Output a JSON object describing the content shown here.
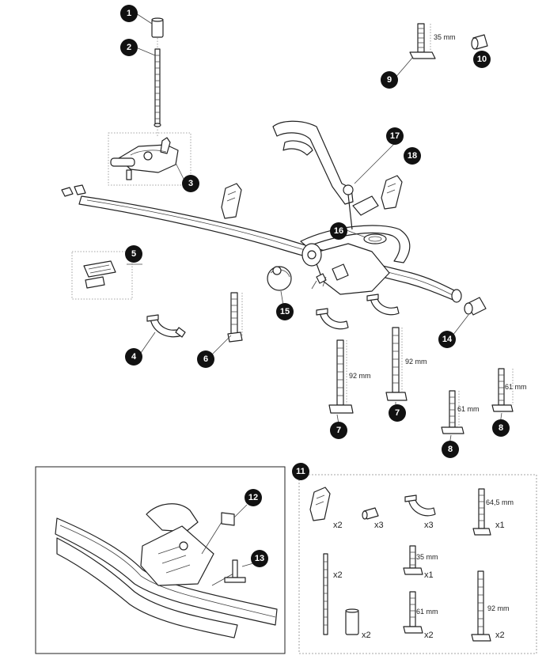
{
  "callouts": {
    "c1": "1",
    "c2": "2",
    "c3": "3",
    "c4": "4",
    "c5": "5",
    "c6": "6",
    "c7a": "7",
    "c7b": "7",
    "c8a": "8",
    "c8b": "8",
    "c9": "9",
    "c10": "10",
    "c11": "11",
    "c12": "12",
    "c13": "13",
    "c14": "14",
    "c15": "15",
    "c16": "16",
    "c17": "17",
    "c18": "18"
  },
  "dimensions": {
    "bolt_35": "35 mm",
    "bolt_92_a": "92 mm",
    "bolt_92_b": "92 mm",
    "bolt_61_a": "61 mm",
    "bolt_61_b": "61 mm"
  },
  "kit": {
    "strap_qty": "x2",
    "spacer_qty": "x3",
    "bracket_qty": "x3",
    "bolt_645_label": "64,5 mm",
    "bolt_645_qty": "x1",
    "rod_qty": "x2",
    "bolt_35_label": "35 mm",
    "bolt_35_qty": "x1",
    "sleeve_qty": "x2",
    "bolt_61_label": "61 mm",
    "bolt_61_qty": "x2",
    "bolt_92_label": "92 mm",
    "bolt_92_qty": "x2"
  }
}
